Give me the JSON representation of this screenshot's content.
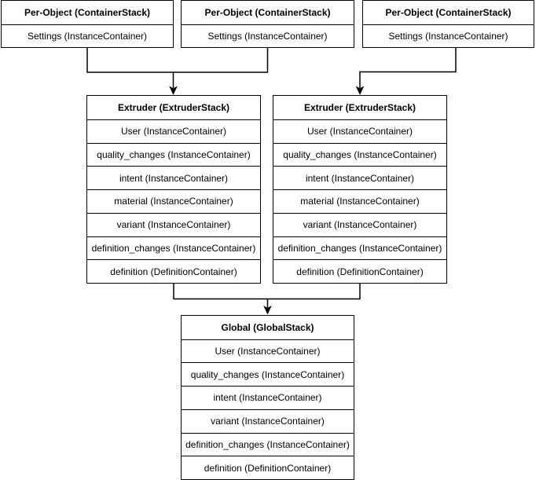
{
  "diagram": {
    "per_object_stacks": [
      {
        "title": "Per-Object (ContainerStack)",
        "rows": [
          "Settings (InstanceContainer)"
        ]
      },
      {
        "title": "Per-Object (ContainerStack)",
        "rows": [
          "Settings (InstanceContainer)"
        ]
      },
      {
        "title": "Per-Object (ContainerStack)",
        "rows": [
          "Settings (InstanceContainer)"
        ]
      }
    ],
    "extruder_stacks": [
      {
        "title": "Extruder (ExtruderStack)",
        "rows": [
          "User (InstanceContainer)",
          "quality_changes (InstanceContainer)",
          "intent (InstanceContainer)",
          "material (InstanceContainer)",
          "variant (InstanceContainer)",
          "definition_changes (InstanceContainer)",
          "definition (DefinitionContainer)"
        ]
      },
      {
        "title": "Extruder (ExtruderStack)",
        "rows": [
          "User (InstanceContainer)",
          "quality_changes (InstanceContainer)",
          "intent (InstanceContainer)",
          "material (InstanceContainer)",
          "variant (InstanceContainer)",
          "definition_changes (InstanceContainer)",
          "definition (DefinitionContainer)"
        ]
      }
    ],
    "global_stack": {
      "title": "Global (GlobalStack)",
      "rows": [
        "User (InstanceContainer)",
        "quality_changes (InstanceContainer)",
        "intent (InstanceContainer)",
        "variant (InstanceContainer)",
        "definition_changes (InstanceContainer)",
        "definition (DefinitionContainer)"
      ]
    },
    "colors": {
      "line": "#000000",
      "box_background": "#ffffff",
      "text": "#000000"
    }
  }
}
